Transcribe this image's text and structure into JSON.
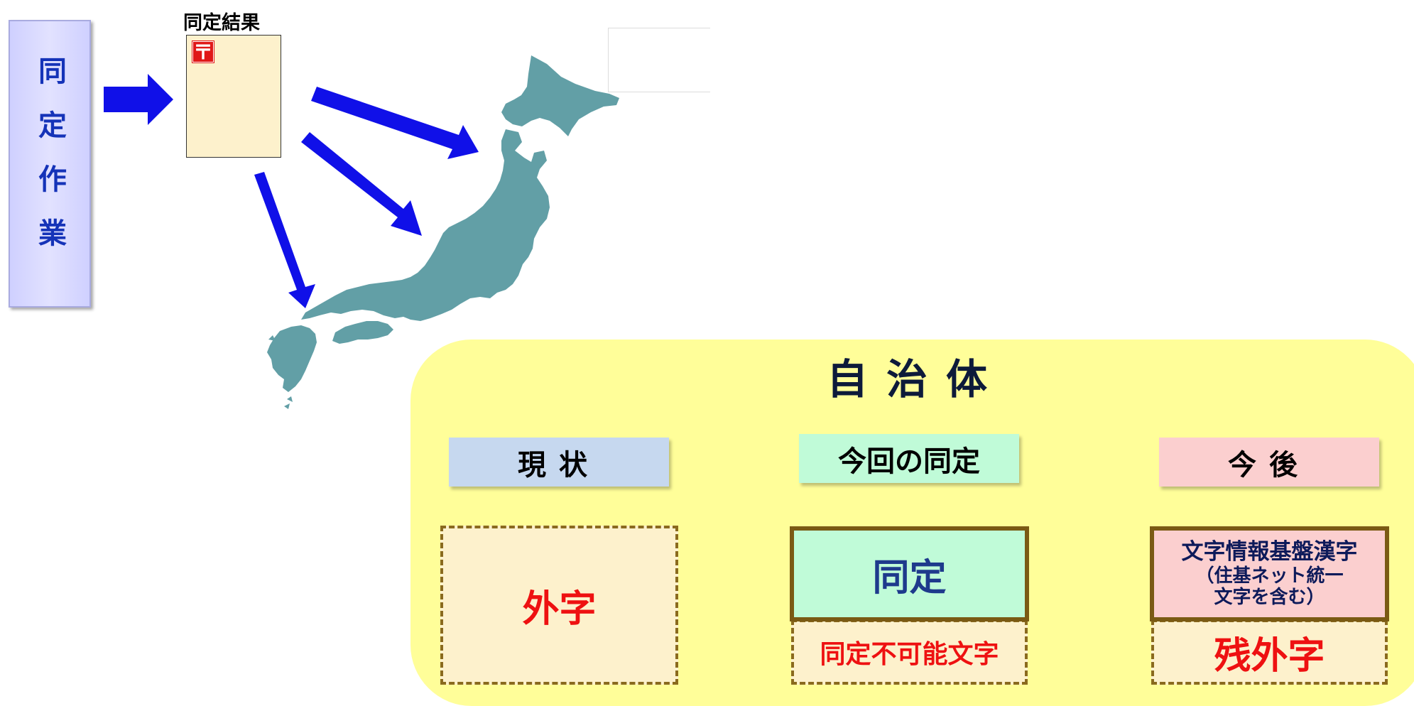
{
  "left_label": {
    "text": "同定作業"
  },
  "result": {
    "title": "同定結果",
    "postmark_glyph": "〒"
  },
  "panel": {
    "title": "自治体",
    "columns": {
      "current": {
        "header": "現状",
        "box": "外字"
      },
      "this_time": {
        "header": "今回の同定",
        "box_top": "同定",
        "box_bottom": "同定不可能文字"
      },
      "future": {
        "header": "今後",
        "box_top_line1": "文字情報基盤漢字",
        "box_top_line2": "（住基ネット統一",
        "box_top_line3": "文字を含む）",
        "box_bottom": "残外字"
      }
    }
  },
  "colors": {
    "arrow": "#1010e8",
    "map": "#629fa6",
    "panel": "#fffe99",
    "label_text": "#1533b8",
    "red_text": "#ee1111"
  },
  "icons": [
    "postmark-icon",
    "japan-map"
  ]
}
